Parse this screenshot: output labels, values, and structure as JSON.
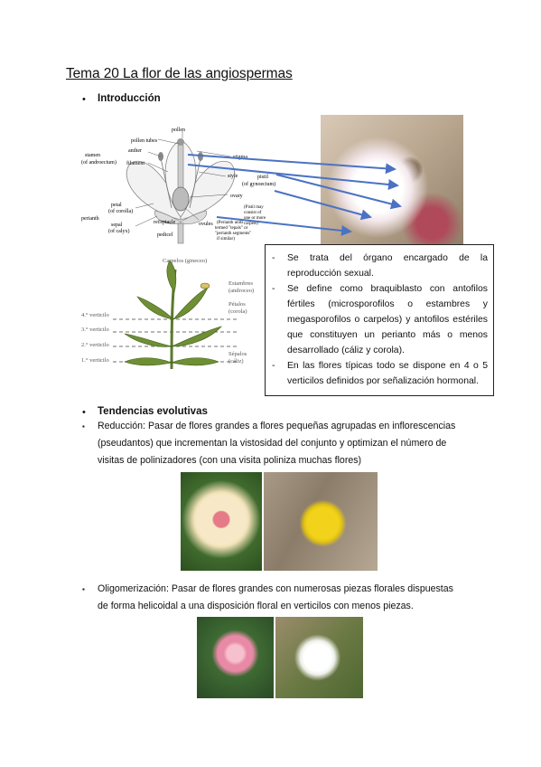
{
  "title": "Tema 20 La flor de las angiospermas",
  "section1": {
    "bullet": "•",
    "heading": "Introducción"
  },
  "diagram1": {
    "labels": {
      "pollen": "pollen",
      "pollen_tubes": "pollen tubes",
      "stamen": "stamen",
      "of_androecium": "(of androecium)",
      "anther": "anther",
      "filament": "filament",
      "petal": "petal",
      "of_corolla": "(of corolla)",
      "perianth": "perianth",
      "sepal": "sepal",
      "of_calyx": "(of calyx)",
      "receptacle": "receptacle",
      "pedicel": "pedicel",
      "ovules": "ovules",
      "stigma": "stigma",
      "style": "style",
      "pistil": "pistil",
      "of_gynoecium": "(of gynoecium)",
      "ovary": "ovary",
      "pistil_note_1": "(Pistil may",
      "pistil_note_2": "consist of",
      "pistil_note_3": "one or more",
      "pistil_note_4": "carpels)",
      "perianth_note_1": "(Perianth units",
      "perianth_note_2": "termed \"tepals\" or",
      "perianth_note_3": "\"perianth segments\"",
      "perianth_note_4": "if similar)"
    }
  },
  "diagram2": {
    "labels": {
      "carpelos": "Carpelos (gineceo)",
      "estambres": "Estambres",
      "androceo": "(androceo)",
      "petalos": "Pétalos",
      "corola": "(corola)",
      "sepalos": "Sépalos",
      "caliz": "(cáliz)",
      "v4": "4.° verticilo",
      "v3": "3.° verticilo",
      "v2": "2.° verticilo",
      "v1": "1.° verticilo"
    }
  },
  "infobox": {
    "dash": "-",
    "items": [
      "Se trata del órgano encargado de la reproducción sexual.",
      "Se define como braquiblasto con antofilos fértiles (microsporofilos o estambres y megasporofilos o carpelos) y antofilos estériles que constituyen un perianto más o menos desarrollado (cáliz y corola).",
      "En las flores típicas todo se dispone en 4 o 5 verticilos definidos por señalización hormonal."
    ]
  },
  "section2": {
    "bullet": "•",
    "heading": "Tendencias evolutivas",
    "sub_bullet": "▪",
    "item1_line1": "Reducción: Pasar de flores grandes a flores pequeñas agrupadas en inflorescencias",
    "item1_line2": "(pseudantos) que incrementan la vistosidad del conjunto y optimizan el número de",
    "item1_line3": "visitas de polinizadores (con una visita poliniza muchas flores)",
    "item2_line1": "Oligomerización: Pasar de flores grandes con numerosas piezas florales dispuestas",
    "item2_line2": "de forma helicoidal a una disposición floral en verticilos con menos piezas."
  },
  "colors": {
    "arrow": "#4a72c4",
    "text": "#111111"
  }
}
